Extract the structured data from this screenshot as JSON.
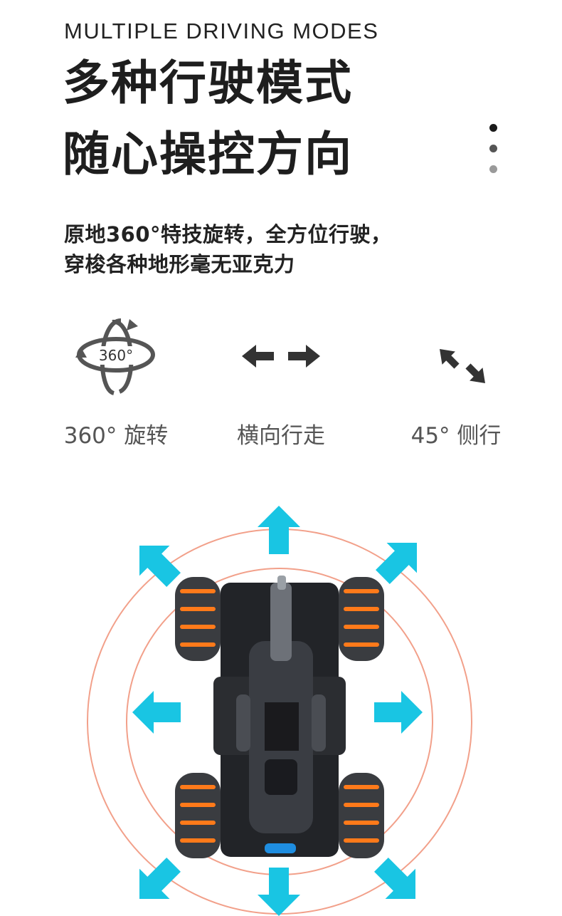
{
  "header": {
    "eyebrow": "MULTIPLE DRIVING MODES",
    "headline_line1": "多种行驶模式",
    "headline_line2": "随心操控方向"
  },
  "description": {
    "line1": "原地360°特技旋转，全方位行驶，",
    "line2": "穿梭各种地形毫无亚克力"
  },
  "pager": {
    "dot_colors": [
      "#1a1a1a",
      "#555555",
      "#9a9a9a"
    ]
  },
  "modes": [
    {
      "icon": "rotate-360-icon",
      "icon_text": "360°",
      "label": "360° 旋转"
    },
    {
      "icon": "horizontal-arrows-icon",
      "label": "横向行走"
    },
    {
      "icon": "diagonal-arrows-icon",
      "label": "45° 侧行"
    }
  ],
  "colors": {
    "arrow_cyan": "#19c5e3",
    "ring_salmon": "#f2a08a",
    "wheel_orange": "#ff7a1a",
    "car_body": "#2b2d31"
  }
}
